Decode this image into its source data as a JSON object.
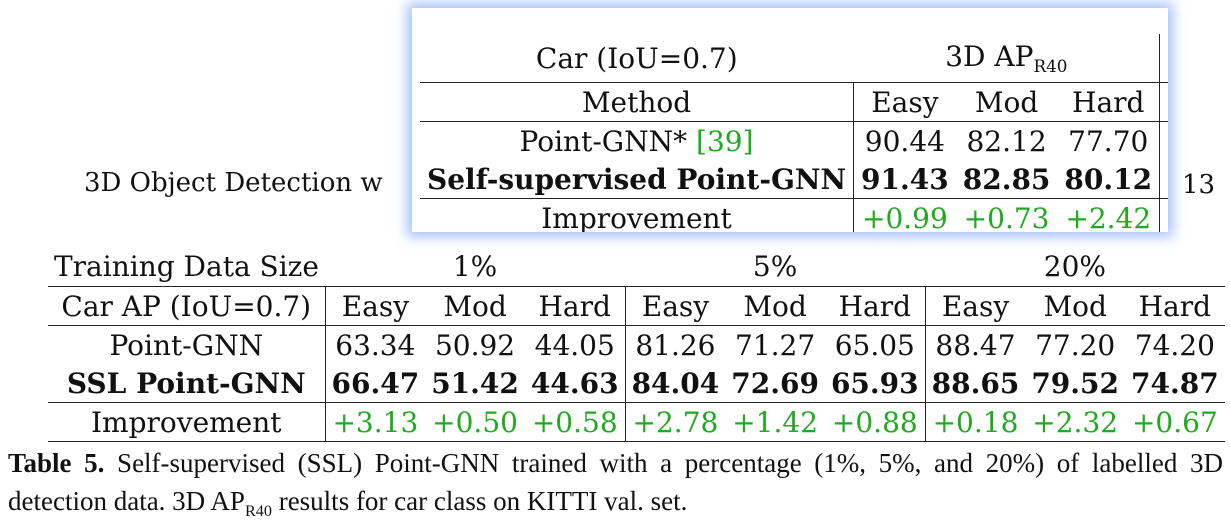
{
  "background_caption": {
    "visible_start": "3D Object Detection w",
    "visible_end": "13"
  },
  "popup": {
    "group_label": "Car (IoU=0.7)",
    "metric_label": "3D AP",
    "metric_subscript": "R40",
    "columns": [
      "Method",
      "Easy",
      "Mod",
      "Hard"
    ],
    "rows": [
      {
        "method": "Point-GNN* ",
        "ref": "[39]",
        "values": [
          "90.44",
          "82.12",
          "77.70"
        ],
        "bold": false
      },
      {
        "method": "Self-supervised Point-GNN",
        "ref": "",
        "values": [
          "91.43",
          "82.85",
          "80.12"
        ],
        "bold": true
      },
      {
        "method": "Improvement",
        "ref": "",
        "values": [
          "+0.99",
          "+0.73",
          "+2.42"
        ],
        "bold": false
      }
    ]
  },
  "main_table": {
    "size_label": "Training Data Size",
    "groups": [
      "1%",
      "5%",
      "20%"
    ],
    "row_label_header": "Car AP (IoU=0.7)",
    "subcolumns": [
      "Easy",
      "Mod",
      "Hard",
      "Easy",
      "Mod",
      "Hard",
      "Easy",
      "Mod",
      "Hard"
    ],
    "rows": [
      {
        "method": "Point-GNN",
        "values": [
          "63.34",
          "50.92",
          "44.05",
          "81.26",
          "71.27",
          "65.05",
          "88.47",
          "77.20",
          "74.20"
        ]
      },
      {
        "method": "SSL Point-GNN",
        "values": [
          "66.47",
          "51.42",
          "44.63",
          "84.04",
          "72.69",
          "65.93",
          "88.65",
          "79.52",
          "74.87"
        ]
      },
      {
        "method": "Improvement",
        "values": [
          "+3.13",
          "+0.50",
          "+0.58",
          "+2.78",
          "+1.42",
          "+0.88",
          "+0.18",
          "+2.32",
          "+0.67"
        ]
      }
    ]
  },
  "caption": {
    "label": "Table 5.",
    "text_a": " Self-supervised (SSL) Point-GNN trained with a percentage (1%, 5%, and 20%) of labelled 3D detection data. 3D AP",
    "subscript": "R40",
    "text_b": " results for car class on KITTI val. set."
  },
  "colors": {
    "improvement": "#1faa1f",
    "popup_glow": "#5a8cff"
  }
}
